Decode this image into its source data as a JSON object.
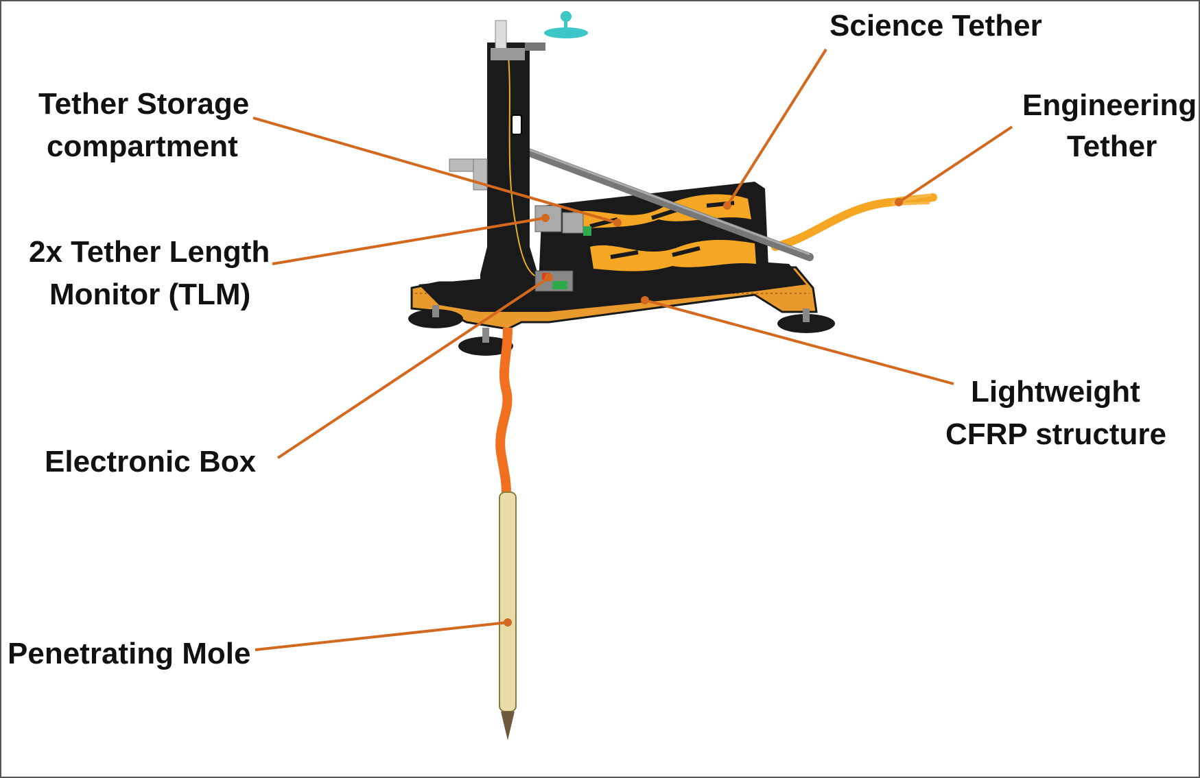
{
  "labels": {
    "science_tether": "Science Tether",
    "tether_storage_line1": "Tether Storage",
    "tether_storage_line2": "compartment",
    "engineering_line1": "Engineering",
    "engineering_line2": "Tether",
    "tlm_line1": "2x Tether Length",
    "tlm_line2": "Monitor (TLM)",
    "electronic_box": "Electronic Box",
    "lightweight_line1": "Lightweight",
    "lightweight_line2": "CFRP structure",
    "penetrating_mole": "Penetrating Mole"
  },
  "colors": {
    "leader": "#d2691e",
    "structure_black": "#1a1a1a",
    "tether_orange": "#f5a623",
    "cfrp_edge": "#e89a2c",
    "mole_tan": "#e8dca8",
    "background": "#ffffff",
    "frame": "#555555"
  }
}
